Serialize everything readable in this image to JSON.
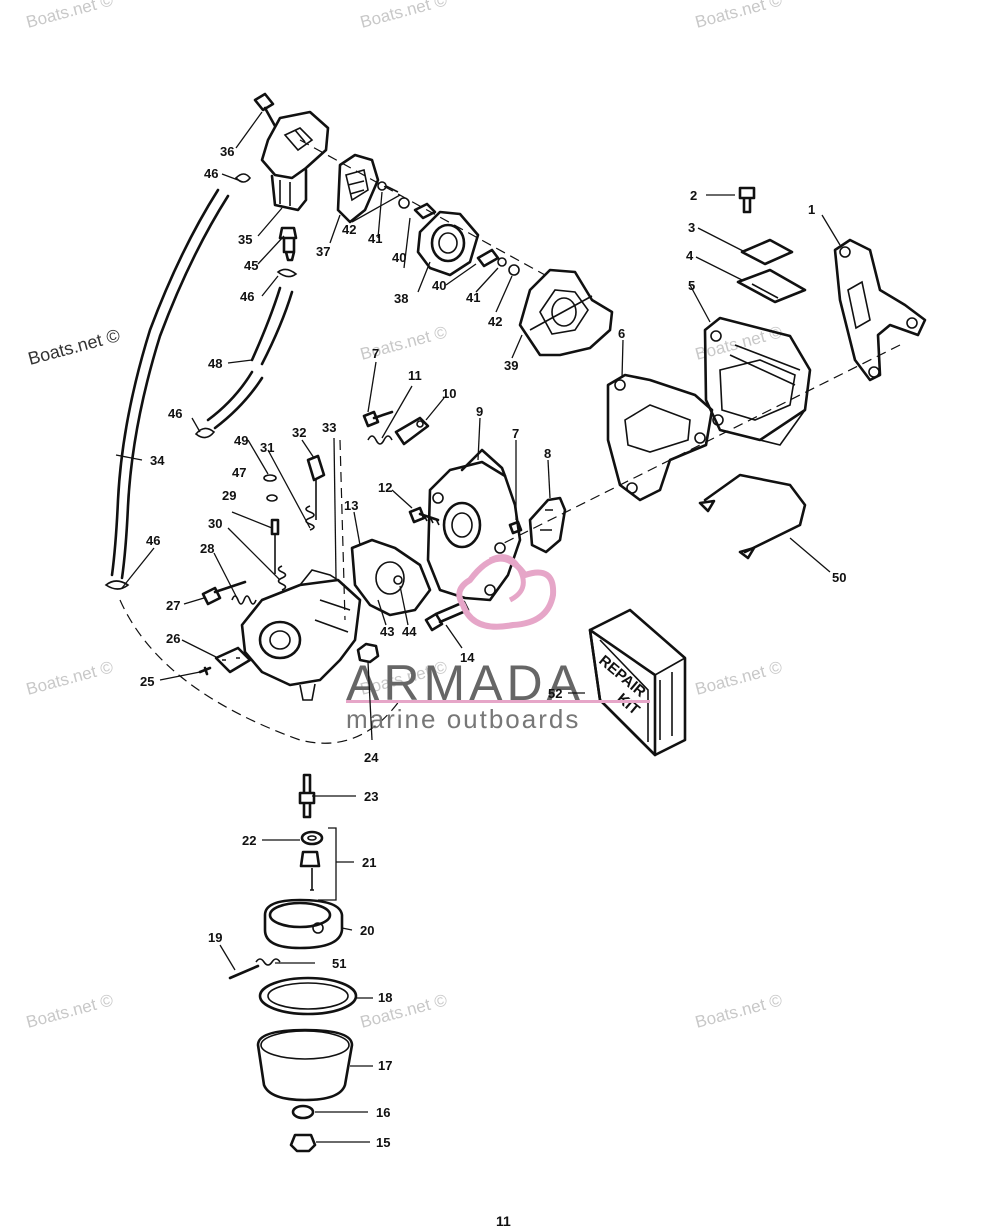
{
  "watermark_text": "Boats.net ©",
  "brand": {
    "name": "ARMADA",
    "tagline": "marine outboards",
    "accent_color": "#e6a6c8"
  },
  "repair_kit": {
    "line1": "REPAIR",
    "line2": "KIT"
  },
  "page_number": "11",
  "callouts": [
    {
      "n": "1"
    },
    {
      "n": "2"
    },
    {
      "n": "3"
    },
    {
      "n": "4"
    },
    {
      "n": "5"
    },
    {
      "n": "6"
    },
    {
      "n": "7"
    },
    {
      "n": "7"
    },
    {
      "n": "8"
    },
    {
      "n": "9"
    },
    {
      "n": "10"
    },
    {
      "n": "11"
    },
    {
      "n": "12"
    },
    {
      "n": "13"
    },
    {
      "n": "14"
    },
    {
      "n": "15"
    },
    {
      "n": "16"
    },
    {
      "n": "17"
    },
    {
      "n": "18"
    },
    {
      "n": "19"
    },
    {
      "n": "20"
    },
    {
      "n": "21"
    },
    {
      "n": "22"
    },
    {
      "n": "23"
    },
    {
      "n": "24"
    },
    {
      "n": "25"
    },
    {
      "n": "26"
    },
    {
      "n": "27"
    },
    {
      "n": "28"
    },
    {
      "n": "29"
    },
    {
      "n": "30"
    },
    {
      "n": "31"
    },
    {
      "n": "32"
    },
    {
      "n": "33"
    },
    {
      "n": "34"
    },
    {
      "n": "35"
    },
    {
      "n": "36"
    },
    {
      "n": "37"
    },
    {
      "n": "38"
    },
    {
      "n": "39"
    },
    {
      "n": "40"
    },
    {
      "n": "40"
    },
    {
      "n": "41"
    },
    {
      "n": "41"
    },
    {
      "n": "42"
    },
    {
      "n": "42"
    },
    {
      "n": "43"
    },
    {
      "n": "44"
    },
    {
      "n": "45"
    },
    {
      "n": "46"
    },
    {
      "n": "46"
    },
    {
      "n": "46"
    },
    {
      "n": "46"
    },
    {
      "n": "47"
    },
    {
      "n": "48"
    },
    {
      "n": "49"
    },
    {
      "n": "50"
    },
    {
      "n": "51"
    },
    {
      "n": "52"
    }
  ]
}
